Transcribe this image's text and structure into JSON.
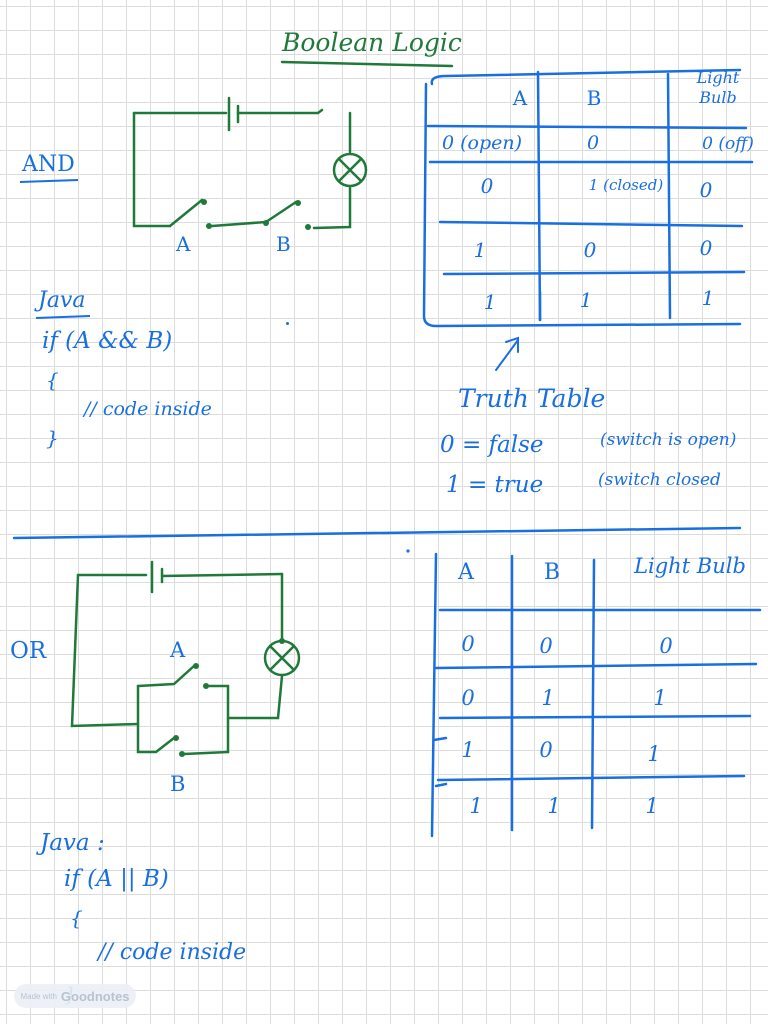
{
  "title": "Boolean Logic",
  "and_section": {
    "label": "AND",
    "switch_a": "A",
    "switch_b": "B",
    "java_label": "Java",
    "code": [
      "if (A && B)",
      "{",
      "// code inside",
      "}"
    ],
    "table": {
      "headers": [
        "A",
        "B",
        "Light Bulb"
      ],
      "rows": [
        [
          "0 (open)",
          "0",
          "0 (off)"
        ],
        [
          "0",
          "1 (closed)",
          "0"
        ],
        [
          "1",
          "0",
          "0"
        ],
        [
          "1",
          "1",
          "1"
        ]
      ]
    },
    "caption": "Truth Table",
    "legend": [
      {
        "value": "0 = false",
        "note": "(switch is open)"
      },
      {
        "value": "1 = true",
        "note": "(switch closed"
      }
    ]
  },
  "or_section": {
    "label": "OR",
    "switch_a": "A",
    "switch_b": "B",
    "java_label": "Java :",
    "code": [
      "if (A || B)",
      "{",
      "// code inside",
      "}"
    ],
    "table": {
      "headers": [
        "A",
        "B",
        "Light Bulb"
      ],
      "rows": [
        [
          "0",
          "0",
          "0"
        ],
        [
          "0",
          "1",
          "1"
        ],
        [
          "1",
          "0",
          "1"
        ],
        [
          "1",
          "1",
          "1"
        ]
      ]
    }
  },
  "watermark": {
    "made_with": "Made with",
    "brand": "Goodnotes"
  },
  "colors": {
    "green_ink": "#1f7a3a",
    "blue_ink": "#1a6fe0",
    "grid": "#dcdcdc"
  }
}
